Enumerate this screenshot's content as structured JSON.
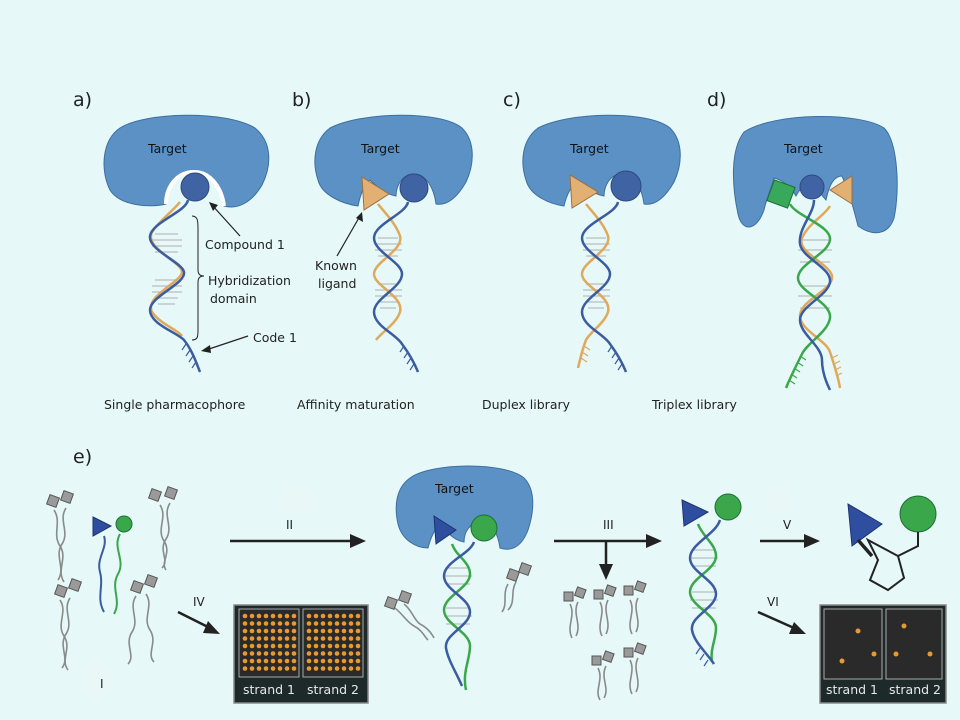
{
  "colors": {
    "background": "#e6f8f8",
    "target": "#5b91c4",
    "target_outline": "#3d6f9f",
    "strand_blue": "#3b5ca0",
    "strand_orange": "#e0a95a",
    "strand_green": "#3aa84a",
    "compound_circle": "#3f63a3",
    "known_ligand": "#e2b072",
    "green_square": "#38a85a",
    "grid_background": "#1e2a2a",
    "grid_dot": "#e89a30"
  },
  "panels": {
    "a": {
      "letter": "a)",
      "target": "Target",
      "caption": "Single pharmacophore",
      "notes": {
        "compound": "Compound 1",
        "hybrid_1": "Hybridization",
        "hybrid_2": "domain",
        "code": "Code 1"
      }
    },
    "b": {
      "letter": "b)",
      "target": "Target",
      "caption": "Affinity maturation",
      "notes": {
        "known_1": "Known",
        "known_2": "ligand"
      }
    },
    "c": {
      "letter": "c)",
      "target": "Target",
      "caption": "Duplex library"
    },
    "d": {
      "letter": "d)",
      "target": "Target",
      "caption": "Triplex library"
    },
    "e": {
      "letter": "e)",
      "target": "Target",
      "steps": {
        "i": "I",
        "ii": "II",
        "iii": "III",
        "iv": "IV",
        "v": "V",
        "vi": "VI"
      },
      "strand1": "strand 1",
      "strand2": "strand 2"
    }
  }
}
